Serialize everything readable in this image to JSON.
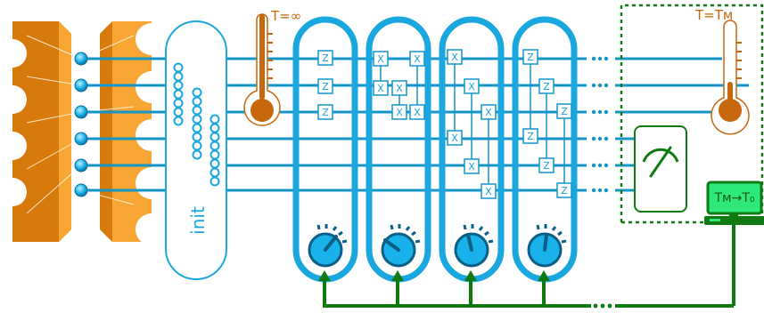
{
  "thermometer_hot": {
    "label": "T=∞"
  },
  "thermometer_cold": {
    "label": "T=Tм"
  },
  "init_block": {
    "label": "init"
  },
  "monitor": {
    "label": "Tм→T₀"
  },
  "colors": {
    "qubit_line": "#1296c8",
    "capsule": "#1aa7e0",
    "trap_dark": "#d87a0b",
    "trap_light": "#f7a533",
    "thermo": "#c7670e",
    "feedback": "#0f7a12",
    "monitor_screen": "#2ee87a"
  },
  "gates": [
    {
      "label": "Z"
    },
    {
      "label": "Z"
    },
    {
      "label": "Z"
    },
    {
      "label": "X"
    },
    {
      "label": "X"
    },
    {
      "label": "X"
    },
    {
      "label": "X"
    },
    {
      "label": "X"
    },
    {
      "label": "X"
    },
    {
      "label": "X"
    },
    {
      "label": "X"
    },
    {
      "label": "X"
    },
    {
      "label": "X"
    },
    {
      "label": "X"
    },
    {
      "label": "Z"
    },
    {
      "label": "Z"
    },
    {
      "label": "Z"
    },
    {
      "label": "Z"
    },
    {
      "label": "Z"
    },
    {
      "label": "Z"
    }
  ]
}
